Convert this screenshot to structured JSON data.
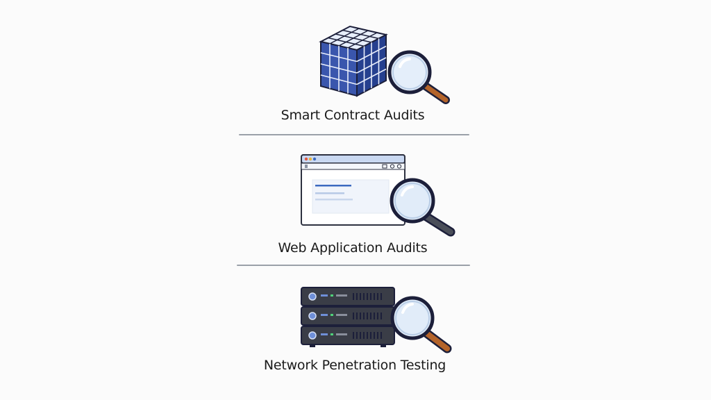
{
  "services": [
    {
      "label": "Smart Contract Audits",
      "icon": "blockchain-cube-icon"
    },
    {
      "label": "Web Application Audits",
      "icon": "browser-window-icon"
    },
    {
      "label": "Network Penetration Testing",
      "icon": "server-rack-icon"
    }
  ],
  "colors": {
    "cube_blue": "#2f4ba0",
    "magnifier_handle": "#b4642a",
    "lens": "#d9e8f7",
    "divider": "#9aa0a8",
    "browser_bar": "#c9d8f1",
    "server_body": "#3a3d47"
  }
}
